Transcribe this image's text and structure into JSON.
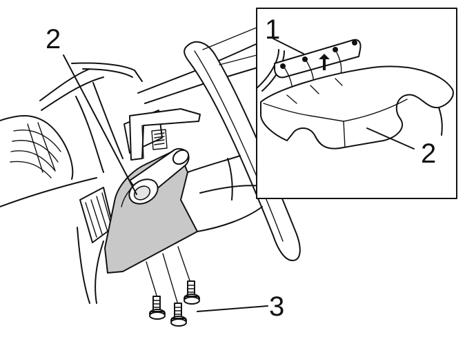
{
  "callouts": {
    "left_cover_number": "2",
    "inset_clip_number": "1",
    "inset_cover_number": "2",
    "screws_number": "3"
  }
}
